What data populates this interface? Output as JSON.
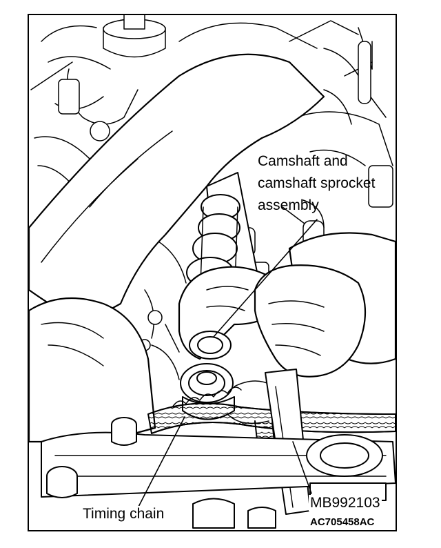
{
  "labels": {
    "camshaft_line1": "Camshaft and",
    "camshaft_line2": "camshaft sprocket",
    "camshaft_line3": "assembly",
    "timing_chain": "Timing chain",
    "tool": "MB992103",
    "figure_code": "AC705458AC"
  },
  "colors": {
    "line": "#000000",
    "paper": "#ffffff"
  }
}
